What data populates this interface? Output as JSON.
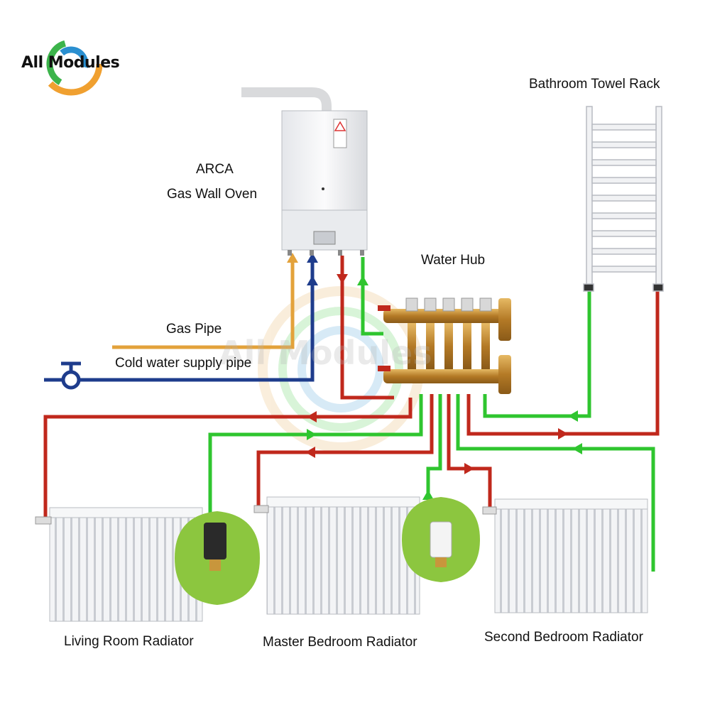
{
  "brand": {
    "name": "All Modules",
    "watermark": "All Modules"
  },
  "labels": {
    "boiler_line1": "ARCA",
    "boiler_line2": "Gas Wall Oven",
    "water_hub": "Water Hub",
    "towel_rack": "Bathroom Towel Rack",
    "gas_pipe": "Gas Pipe",
    "cold_water": "Cold water supply pipe",
    "radiator_living": "Living Room Radiator",
    "radiator_master": "Master Bedroom Radiator",
    "radiator_second": "Second Bedroom Radiator"
  },
  "colors": {
    "hot_supply": "#c0281c",
    "return": "#2fc52f",
    "gas": "#e3a23b",
    "cold_water": "#1e3c8c",
    "valve_bubble": "#8cc63f",
    "brass": "#c8963c"
  },
  "icons": [
    "all-modules-logo",
    "water-valve-icon",
    "thermostat-valve-black",
    "thermostat-valve-white"
  ]
}
